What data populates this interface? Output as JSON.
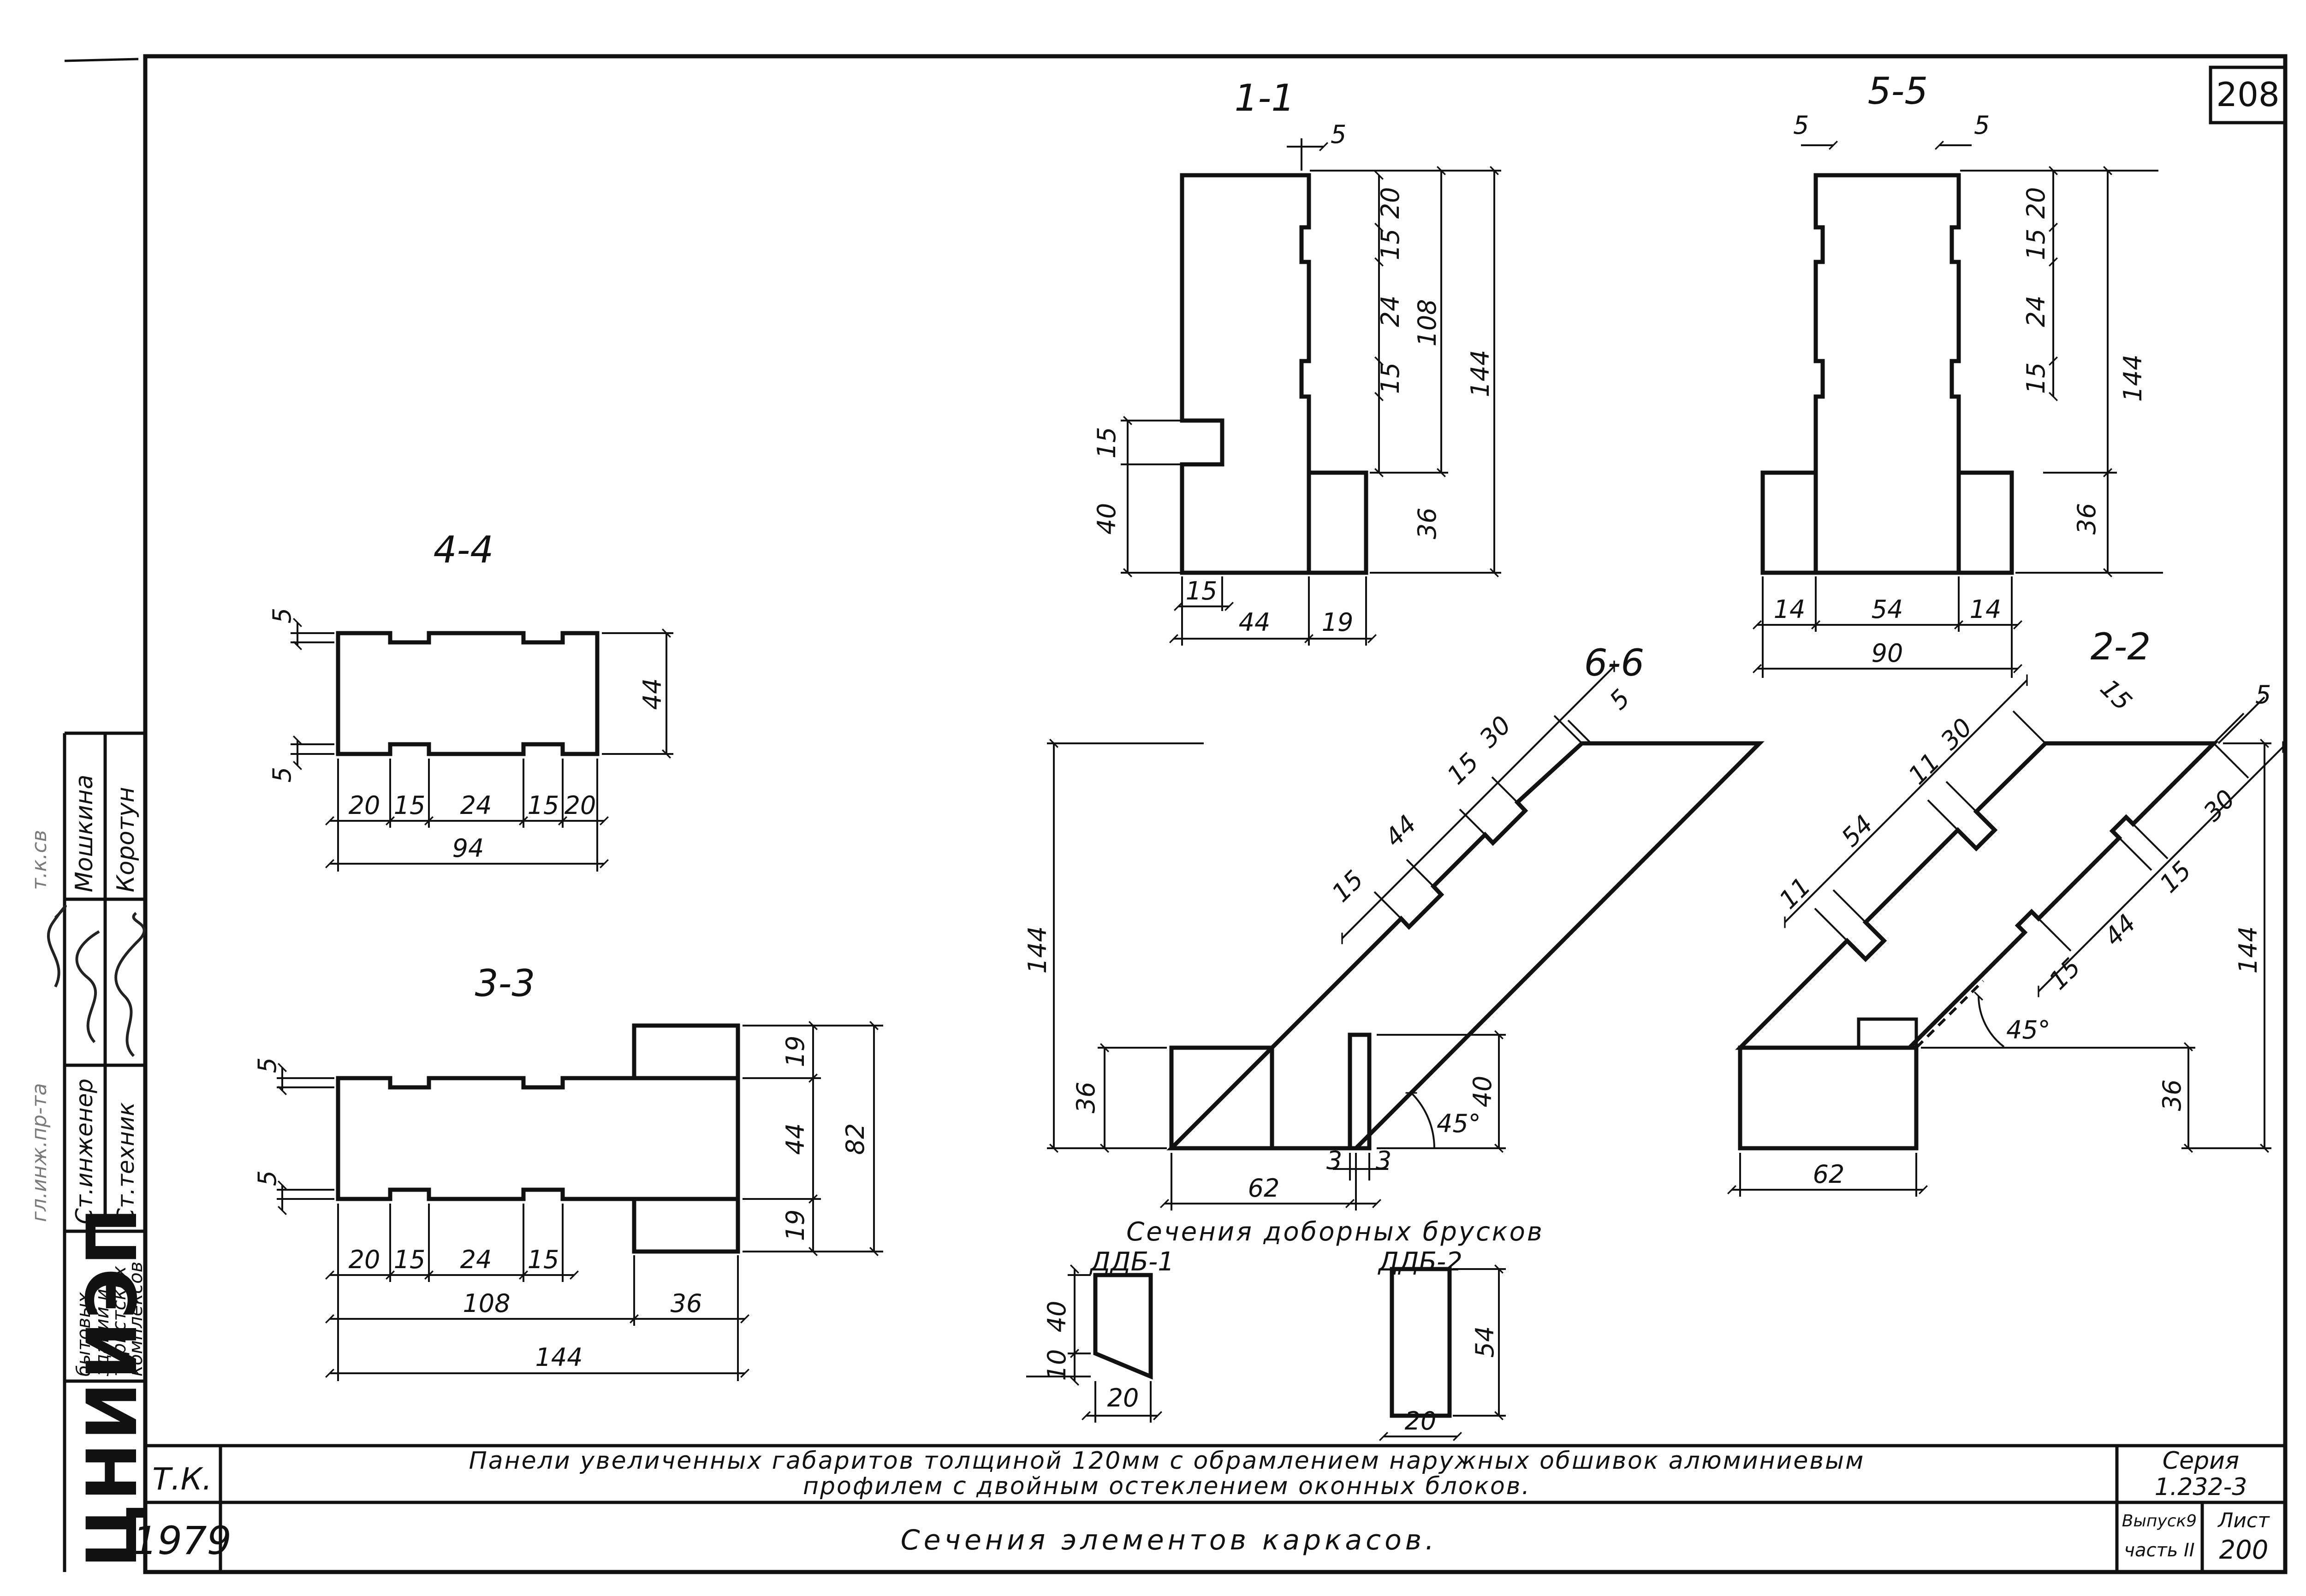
{
  "sheet_number_corner": "208",
  "sections": {
    "s1": {
      "label": "1-1",
      "dims": [
        "5",
        "20",
        "15",
        "24",
        "15",
        "108",
        "144",
        "36",
        "15",
        "40",
        "15",
        "44",
        "19"
      ]
    },
    "s5": {
      "label": "5-5",
      "dims": [
        "5",
        "5",
        "20",
        "15",
        "24",
        "15",
        "144",
        "36",
        "14",
        "54",
        "14",
        "90"
      ]
    },
    "s4": {
      "label": "4-4",
      "dims": [
        "5",
        "5",
        "44",
        "20",
        "15",
        "24",
        "15",
        "20",
        "94"
      ]
    },
    "s3": {
      "label": "3-3",
      "dims": [
        "5",
        "5",
        "19",
        "44",
        "19",
        "82",
        "20",
        "15",
        "24",
        "15",
        "108",
        "36",
        "144"
      ]
    },
    "s6": {
      "label": "6-6",
      "dims": [
        "30",
        "5",
        "15",
        "44",
        "15",
        "144",
        "36",
        "40",
        "45°",
        "62",
        "3",
        "3"
      ]
    },
    "s2": {
      "label": "2-2",
      "dims": [
        "15",
        "5",
        "30",
        "11",
        "54",
        "11",
        "30",
        "15",
        "44",
        "15",
        "144",
        "45°",
        "36",
        "62"
      ]
    }
  },
  "extra_blocks": {
    "title": "Сечения доборных брусков",
    "ddb1": {
      "label": "ДДБ-1",
      "dims": [
        "40",
        "10",
        "20"
      ]
    },
    "ddb2": {
      "label": "ДДБ-2",
      "dims": [
        "54",
        "20"
      ]
    }
  },
  "side_stamp": {
    "logo": "ЦНИИЭП",
    "org_lines": [
      "бытовых",
      "зданий и",
      "туристских",
      "комплексов"
    ],
    "roles": [
      "Ст.инженер",
      "Ст.техник"
    ],
    "names": [
      "Мошкина",
      "Коротун"
    ],
    "cut_text": [
      "гл.инж.пр-та",
      "т.к.св"
    ]
  },
  "title_block": {
    "tk": "Т.К.",
    "year": "1979",
    "title_line1": "Панели увеличенных габаритов толщиной 120мм с обрамлением наружных обшивок алюминиевым",
    "title_line2": "профилем с двойным остеклением оконных блоков.",
    "subtitle": "Сечения элементов каркасов.",
    "series_label": "Серия",
    "series_value": "1.232-3",
    "issue": "Выпуск9",
    "part": "часть II",
    "sheet_label": "Лист",
    "sheet_value": "200"
  }
}
